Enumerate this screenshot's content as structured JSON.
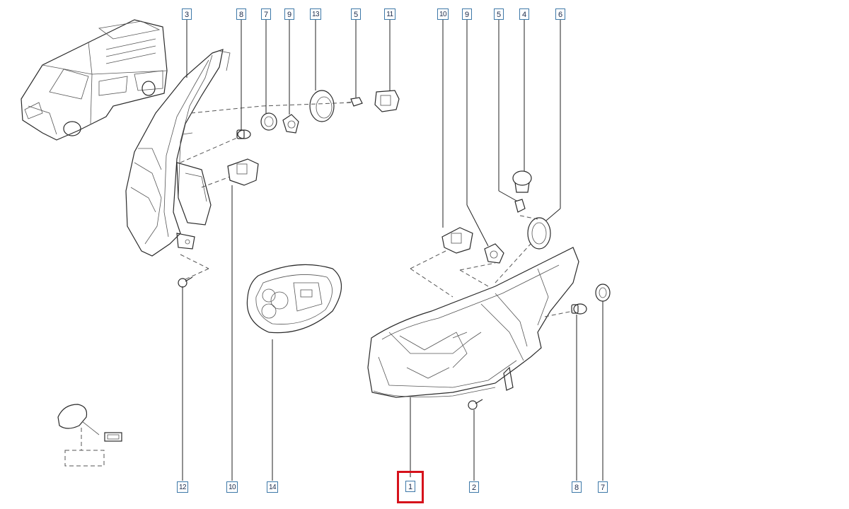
{
  "callouts": {
    "top": [
      "3",
      "8",
      "7",
      "9",
      "13",
      "5",
      "11",
      "10",
      "9",
      "5",
      "4",
      "6"
    ],
    "bottom": [
      "12",
      "10",
      "14",
      "1",
      "2",
      "8",
      "7"
    ]
  },
  "selected_part": "1",
  "colors": {
    "callout_border": "#3d78a8",
    "callout_text": "#1b2a4a",
    "selection": "#d6121b",
    "line": "#2a2a2a"
  }
}
